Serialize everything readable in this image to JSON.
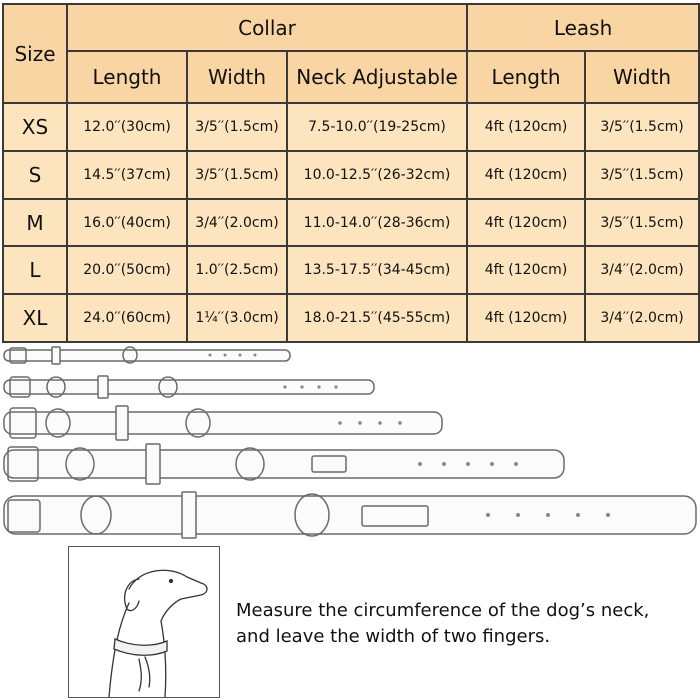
{
  "table": {
    "size_label": "Size",
    "collar_label": "Collar",
    "leash_label": "Leash",
    "collar_columns": [
      "Length",
      "Width",
      "Neck Adjustable"
    ],
    "leash_columns": [
      "Length",
      "Width"
    ],
    "rows": [
      {
        "size": "XS",
        "collar_length": "12.0′′(30cm)",
        "collar_width": "3/5′′(1.5cm)",
        "neck_adjustable": "7.5-10.0′′(19-25cm)",
        "leash_length": "4ft (120cm)",
        "leash_width": "3/5′′(1.5cm)"
      },
      {
        "size": "S",
        "collar_length": "14.5′′(37cm)",
        "collar_width": "3/5′′(1.5cm)",
        "neck_adjustable": "10.0-12.5′′(26-32cm)",
        "leash_length": "4ft (120cm)",
        "leash_width": "3/5′′(1.5cm)"
      },
      {
        "size": "M",
        "collar_length": "16.0′′(40cm)",
        "collar_width": "3/4′′(2.0cm)",
        "neck_adjustable": "11.0-14.0′′(28-36cm)",
        "leash_length": "4ft (120cm)",
        "leash_width": "3/5′′(1.5cm)"
      },
      {
        "size": "L",
        "collar_length": "20.0′′(50cm)",
        "collar_width": "1.0′′(2.5cm)",
        "neck_adjustable": "13.5-17.5′′(34-45cm)",
        "leash_length": "4ft (120cm)",
        "leash_width": "3/4′′(2.0cm)"
      },
      {
        "size": "XL",
        "collar_length": "24.0′′(60cm)",
        "collar_width": "1¼′′(3.0cm)",
        "neck_adjustable": "18.0-21.5′′(45-55cm)",
        "leash_length": "4ft (120cm)",
        "leash_width": "3/4′′(2.0cm)"
      }
    ]
  },
  "instructions": {
    "line1": "Measure the circumference of the dog’s neck,",
    "line2": "and leave the width of two fingers."
  },
  "colors": {
    "header_bg": "#f8d5a3",
    "body_bg": "#fce4be",
    "border": "#3a3a3a"
  }
}
